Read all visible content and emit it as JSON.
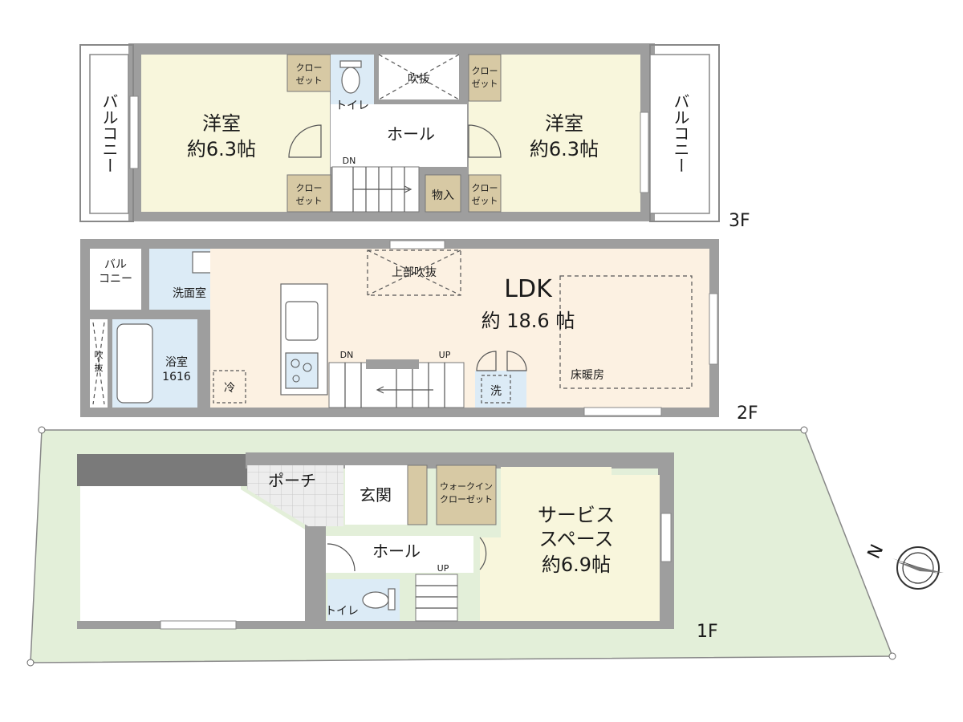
{
  "floors": {
    "f3": {
      "label": "3F",
      "balcony_left": "バルコニー",
      "balcony_right": "バルコニー",
      "room_left": {
        "name": "洋室",
        "size": "約6.3帖"
      },
      "room_right": {
        "name": "洋室",
        "size": "約6.3帖"
      },
      "closet": "クローゼット",
      "closet_top": "クロー",
      "closet_bottom": "ゼット",
      "toilet": "トイレ",
      "void": "吹抜",
      "hall": "ホール",
      "storage": "物入",
      "stair_dn": "DN"
    },
    "f2": {
      "label": "2F",
      "balcony_top": "バル",
      "balcony_bottom": "コニー",
      "washroom": "洗面室",
      "bath": "浴室",
      "bath_size": "1616",
      "void_side_top": "吹",
      "void_side_bottom": "抜",
      "fridge": "冷",
      "ldk": "LDK",
      "ldk_size": "約 18.6 帖",
      "upper_void": "上部吹抜",
      "floor_heating": "床暖房",
      "washer": "洗",
      "stair_dn": "DN",
      "stair_up": "UP"
    },
    "f1": {
      "label": "1F",
      "porch": "ポーチ",
      "entrance": "玄関",
      "walkin_top": "ウォークイン",
      "walkin_bottom": "クローゼット",
      "service_line1": "サービス",
      "service_line2": "スペース",
      "service_size": "約6.9帖",
      "hall": "ホール",
      "toilet": "トイレ",
      "stair_up": "UP"
    }
  },
  "compass": {
    "label": "N"
  },
  "colors": {
    "wall": "#9e9e9e",
    "room_yellow": "#f8f6dc",
    "ldk_cream": "#fcf1e2",
    "wet_blue": "#dcebf6",
    "closet_tan": "#d7c9a4",
    "site_green": "#e3efd9",
    "tile_grey": "#e7e7e7",
    "white_room": "#ffffff"
  }
}
